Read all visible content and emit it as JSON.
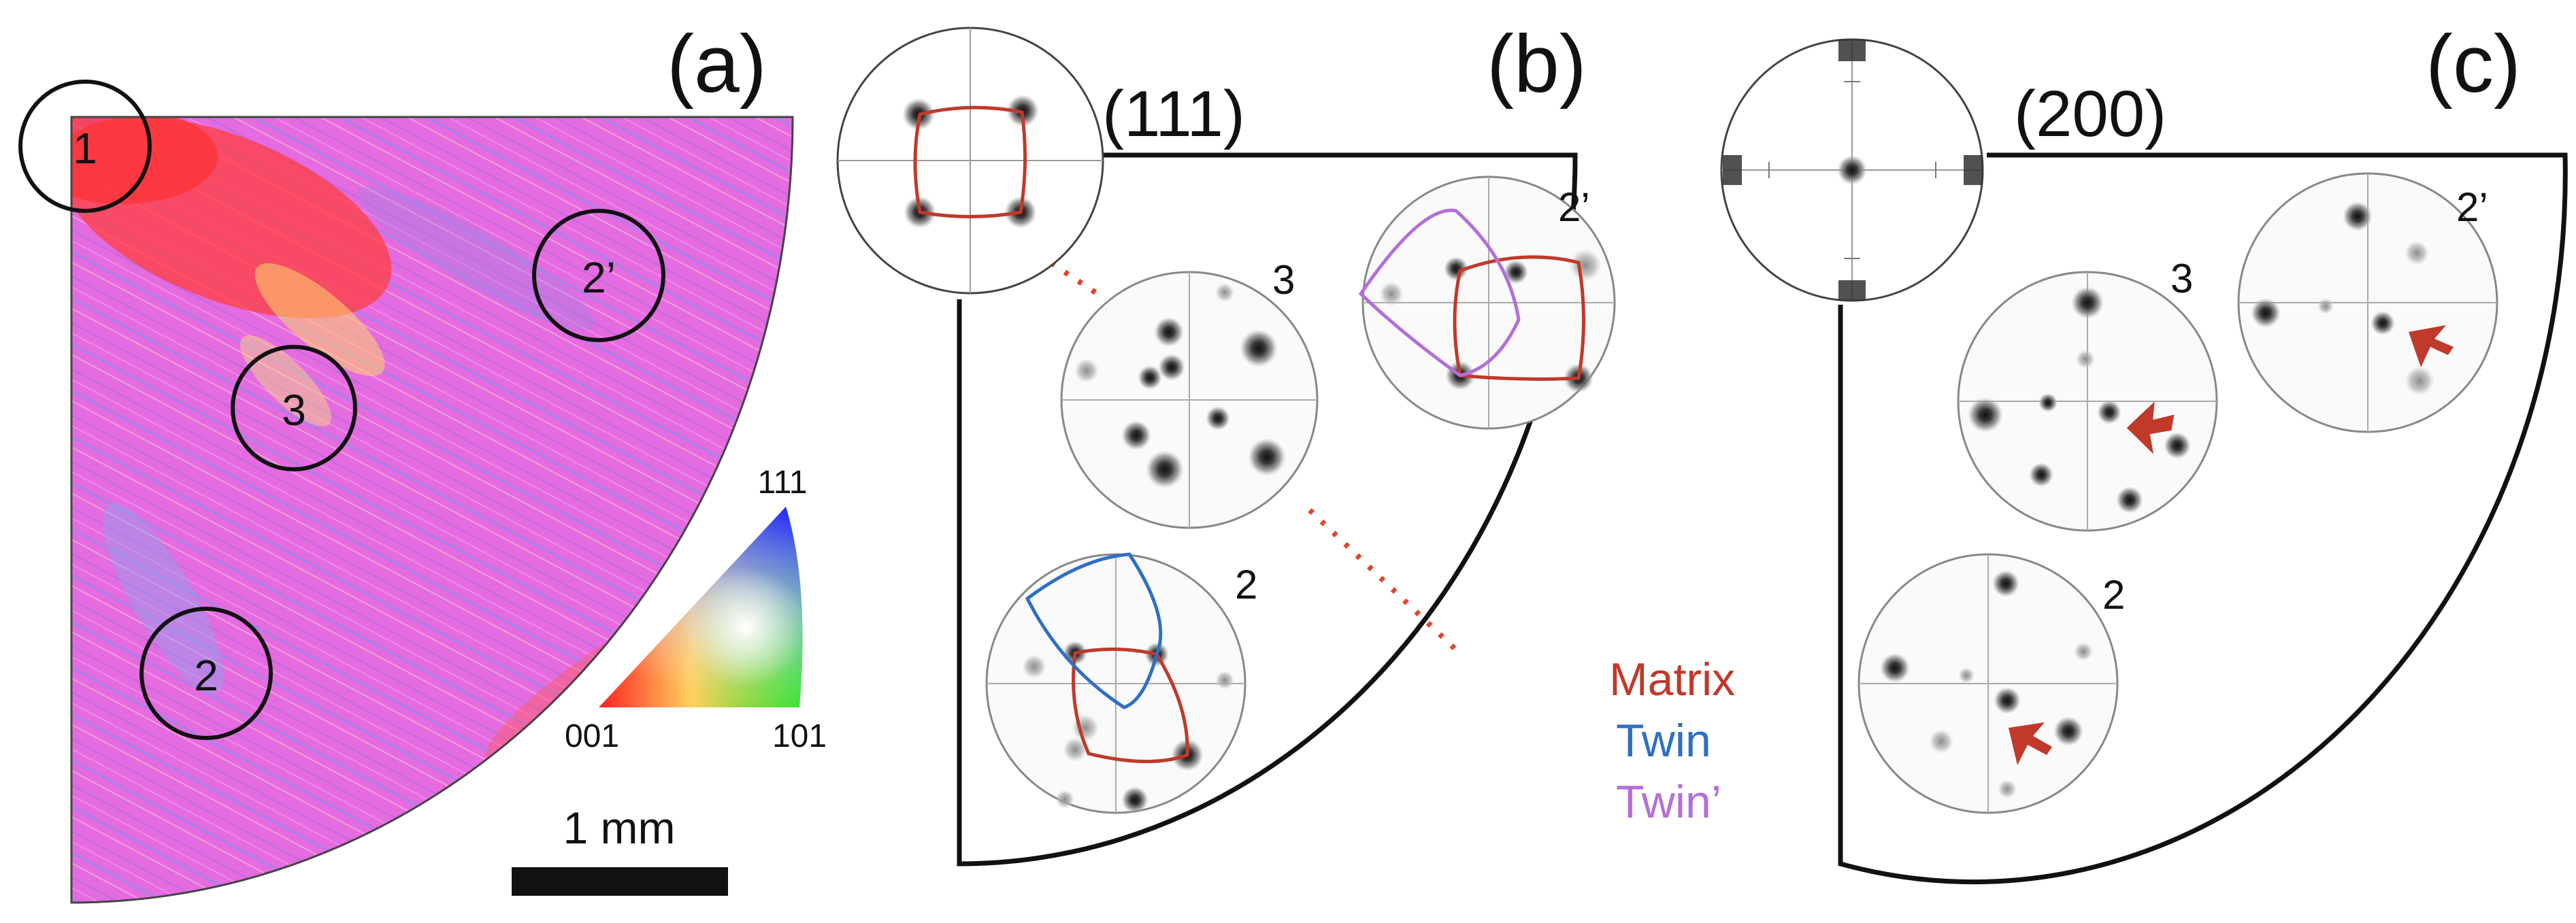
{
  "panels": {
    "a": {
      "label": "(a)"
    },
    "b": {
      "label": "(b)",
      "pole_title": "(111)"
    },
    "c": {
      "label": "(c)",
      "pole_title": "(200)"
    }
  },
  "regions": [
    "1",
    "2",
    "3",
    "2’"
  ],
  "pole_figure_labels": {
    "three": "3",
    "two_prime": "2’",
    "two": "2"
  },
  "ipf_key": {
    "top": "111",
    "left": "001",
    "right": "101"
  },
  "scale_bar": {
    "label": "1 mm"
  },
  "legend": [
    {
      "label": "Matrix",
      "color": "#c0392b"
    },
    {
      "label": "Twin",
      "color": "#2e6fc4"
    },
    {
      "label": "Twin’",
      "color": "#b36fd9"
    }
  ],
  "colors": {
    "matrix_outline": "#c0392b",
    "twin_outline": "#2e6fc4",
    "twin_prime_outline": "#b36fd9",
    "arrow": "#c0392b",
    "map_base": "#e46be0"
  }
}
